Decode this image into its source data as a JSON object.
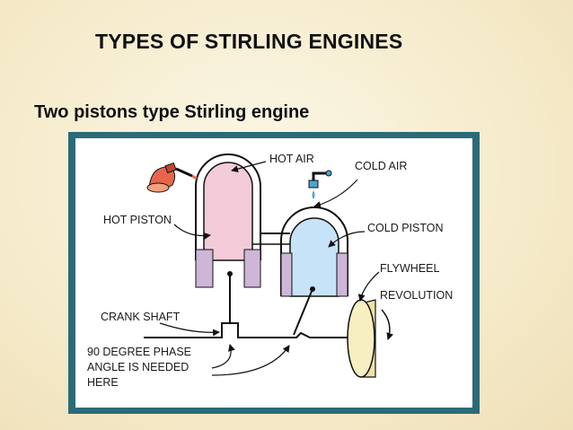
{
  "slide": {
    "title": "TYPES OF STIRLING ENGINES",
    "subtitle": "Two pistons type Stirling engine"
  },
  "diagram": {
    "labels": {
      "hot_air": "HOT AIR",
      "cold_air": "COLD AIR",
      "hot_piston": "HOT PISTON",
      "cold_piston": "COLD PISTON",
      "flywheel": "FLYWHEEL",
      "revolution": "REVOLUTION",
      "crank_shaft": "CRANK SHAFT",
      "phase_line1": "90 DEGREE PHASE",
      "phase_line2": "ANGLE IS NEEDED",
      "phase_line3": "HERE"
    },
    "icons": {
      "heat_source": "blowtorch-icon",
      "coolant": "water-tap-icon"
    },
    "colors": {
      "frame_border": "#2b6b78",
      "hot_cylinder": "#f3cbd9",
      "cold_cylinder": "#c7e3f7",
      "piston_block": "#cdb6d8",
      "flywheel": "#f7eec1"
    }
  }
}
